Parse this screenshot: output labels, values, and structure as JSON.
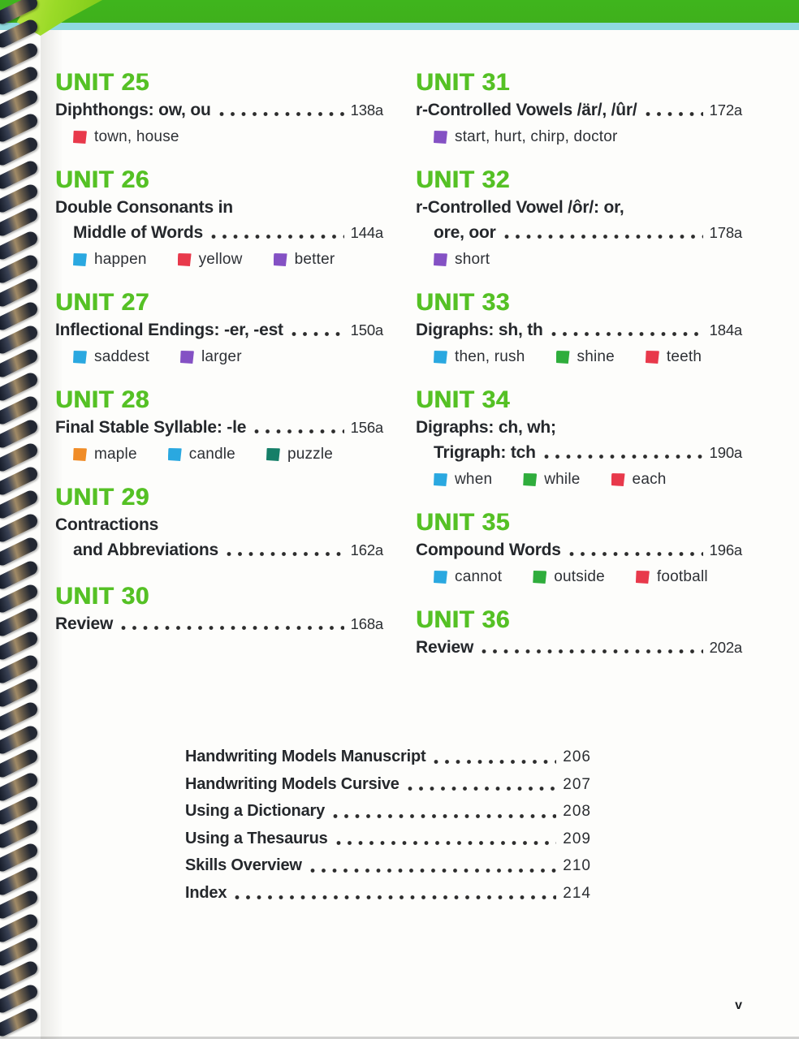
{
  "page": {
    "number_label": "v"
  },
  "styles": {
    "heading_green": "#55c125",
    "bar_green": "#3fb51d",
    "strip_cyan": "#8fd9df",
    "text_dark": "#25282c"
  },
  "bullet_colors": {
    "red": "#e8394b",
    "blue": "#2aa8e0",
    "purple": "#8451c4",
    "orange": "#f08c27",
    "teal": "#157f68",
    "green": "#2fad3c"
  },
  "toc": {
    "left_column": [
      {
        "number": "UNIT 25",
        "lines": [
          {
            "text": "Diphthongs: ow, ou",
            "page": "138a",
            "indent": false
          }
        ],
        "bullets": [
          {
            "color": "red",
            "word": "town, house"
          }
        ]
      },
      {
        "number": "UNIT 26",
        "lines": [
          {
            "text": "Double Consonants in",
            "indent": false
          },
          {
            "text": "Middle of Words",
            "page": "144a",
            "indent": true
          }
        ],
        "bullets": [
          {
            "color": "blue",
            "word": "happen"
          },
          {
            "color": "red",
            "word": "yellow"
          },
          {
            "color": "purple",
            "word": "better"
          }
        ]
      },
      {
        "number": "UNIT 27",
        "lines": [
          {
            "text": "Inflectional Endings: -er, -est",
            "page": "150a",
            "indent": false
          }
        ],
        "bullets": [
          {
            "color": "blue",
            "word": "saddest"
          },
          {
            "color": "purple",
            "word": "larger"
          }
        ]
      },
      {
        "number": "UNIT 28",
        "lines": [
          {
            "text": "Final Stable Syllable: -le",
            "page": "156a",
            "indent": false
          }
        ],
        "bullets": [
          {
            "color": "orange",
            "word": "maple"
          },
          {
            "color": "blue",
            "word": "candle"
          },
          {
            "color": "teal",
            "word": "puzzle"
          }
        ]
      },
      {
        "number": "UNIT 29",
        "lines": [
          {
            "text": "Contractions",
            "indent": false
          },
          {
            "text": "and Abbreviations",
            "page": "162a",
            "indent": true
          }
        ],
        "bullets": []
      },
      {
        "number": "UNIT 30",
        "lines": [
          {
            "text": "Review",
            "page": "168a",
            "indent": false
          }
        ],
        "bullets": []
      }
    ],
    "right_column": [
      {
        "number": "UNIT 31",
        "lines": [
          {
            "text": "r-Controlled Vowels /är/, /ûr/",
            "page": "172a",
            "indent": false
          }
        ],
        "bullets": [
          {
            "color": "purple",
            "word": "start, hurt, chirp, doctor"
          }
        ]
      },
      {
        "number": "UNIT 32",
        "lines": [
          {
            "text": "r-Controlled Vowel /ôr/: or,",
            "indent": false
          },
          {
            "text": "ore, oor",
            "page": "178a",
            "indent": true
          }
        ],
        "bullets": [
          {
            "color": "purple",
            "word": "short"
          }
        ]
      },
      {
        "number": "UNIT 33",
        "lines": [
          {
            "text": "Digraphs: sh, th",
            "page": "184a",
            "indent": false
          }
        ],
        "bullets": [
          {
            "color": "blue",
            "word": "then, rush"
          },
          {
            "color": "green",
            "word": "shine"
          },
          {
            "color": "red",
            "word": "teeth"
          }
        ]
      },
      {
        "number": "UNIT 34",
        "lines": [
          {
            "text": "Digraphs: ch, wh;",
            "indent": false
          },
          {
            "text": "Trigraph: tch",
            "page": "190a",
            "indent": true
          }
        ],
        "bullets": [
          {
            "color": "blue",
            "word": "when"
          },
          {
            "color": "green",
            "word": "while"
          },
          {
            "color": "red",
            "word": "each"
          }
        ]
      },
      {
        "number": "UNIT 35",
        "lines": [
          {
            "text": "Compound Words",
            "page": "196a",
            "indent": false
          }
        ],
        "bullets": [
          {
            "color": "blue",
            "word": "cannot"
          },
          {
            "color": "green",
            "word": "outside"
          },
          {
            "color": "red",
            "word": "football"
          }
        ]
      },
      {
        "number": "UNIT 36",
        "lines": [
          {
            "text": "Review",
            "page": "202a",
            "indent": false
          }
        ],
        "bullets": []
      }
    ]
  },
  "appendix": [
    {
      "label": "Handwriting Models Manuscript",
      "page": "206"
    },
    {
      "label": "Handwriting Models Cursive",
      "page": "207"
    },
    {
      "label": "Using a Dictionary",
      "page": "208"
    },
    {
      "label": "Using a Thesaurus",
      "page": "209"
    },
    {
      "label": "Skills Overview",
      "page": "210"
    },
    {
      "label": "Index",
      "page": "214"
    }
  ]
}
